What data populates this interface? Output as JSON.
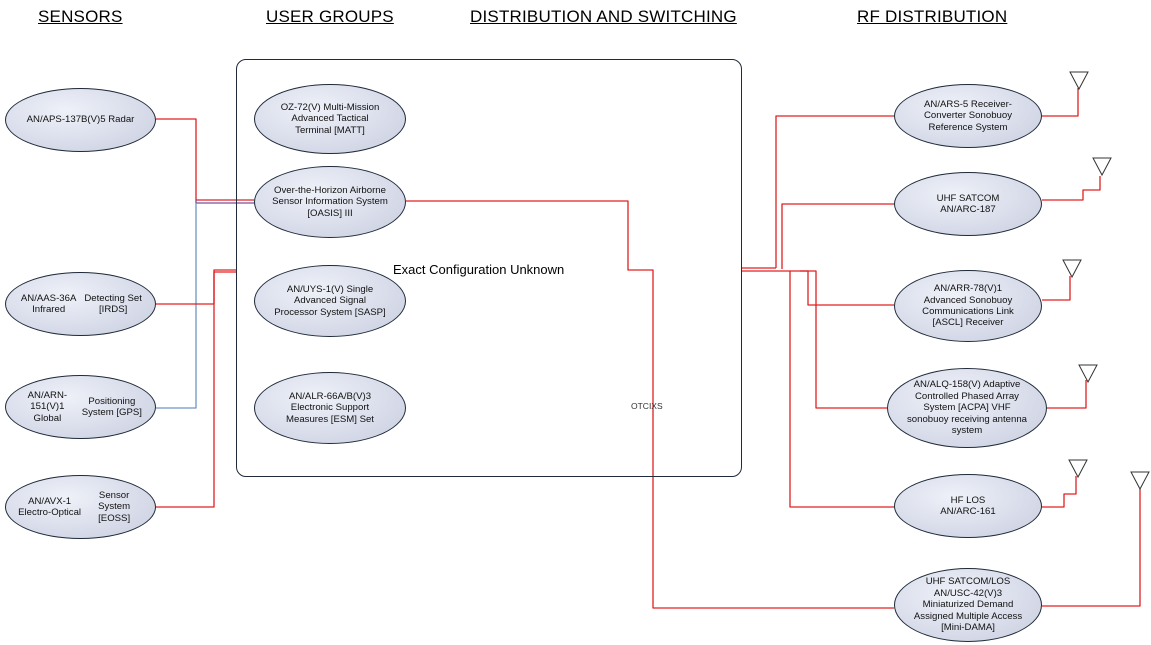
{
  "headers": {
    "sensors": "SENSORS",
    "user_groups": "USER GROUPS",
    "distribution": "DISTRIBUTION AND SWITCHING",
    "rf_distribution": "RF DISTRIBUTION"
  },
  "sensors": [
    {
      "id": "radar",
      "lines": [
        "AN/APS-137B(V)5 Radar"
      ]
    },
    {
      "id": "irds",
      "lines": [
        "AN/AAS-36A Infrared",
        "Detecting Set [IRDS]"
      ]
    },
    {
      "id": "gps",
      "lines": [
        "AN/ARN-151(V)1 Global",
        "Positioning System [GPS]"
      ]
    },
    {
      "id": "eoss",
      "lines": [
        "AN/AVX-1 Electro-Optical",
        "Sensor System [EOSS]"
      ]
    }
  ],
  "user_groups": [
    {
      "id": "matt",
      "lines": [
        "OZ-72(V) Multi-Mission",
        "Advanced Tactical",
        "Terminal [MATT]"
      ]
    },
    {
      "id": "oasis",
      "lines": [
        "Over-the-Horizon Airborne",
        "Sensor Information System",
        "[OASIS] III"
      ]
    },
    {
      "id": "sasp",
      "lines": [
        "AN/UYS-1(V) Single",
        "Advanced Signal",
        "Processor System [SASP]"
      ]
    },
    {
      "id": "esm",
      "lines": [
        "AN/ALR-66A/B(V)3",
        "Electronic Support",
        "Measures [ESM] Set"
      ]
    }
  ],
  "distribution": {
    "box_label": "Exact Configuration Unknown",
    "bus_label": "OTCIXS"
  },
  "rf": [
    {
      "id": "ars5",
      "lines": [
        "AN/ARS-5 Receiver-",
        "Converter Sonobuoy",
        "Reference System"
      ]
    },
    {
      "id": "arc187",
      "lines": [
        "UHF SATCOM",
        "AN/ARC-187"
      ]
    },
    {
      "id": "arr78",
      "lines": [
        "AN/ARR-78(V)1",
        "Advanced Sonobuoy",
        "Communications Link",
        "[ASCL] Receiver"
      ]
    },
    {
      "id": "alq158",
      "lines": [
        "AN/ALQ-158(V) Adaptive",
        "Controlled Phased Array",
        "System [ACPA] VHF",
        "sonobuoy receiving antenna",
        "system"
      ]
    },
    {
      "id": "arc161",
      "lines": [
        "HF LOS",
        "AN/ARC-161"
      ]
    },
    {
      "id": "usc42",
      "lines": [
        "UHF SATCOM/LOS",
        "AN/USC-42(V)3",
        "Miniaturized Demand",
        "Assigned Multiple Access",
        "[Mini-DAMA]"
      ]
    }
  ],
  "colors": {
    "red_link": "#e02020",
    "purple_link": "#7a4e9a",
    "blue_link": "#6f94c6",
    "outline": "#1f2a3a"
  },
  "icons": [
    "antenna-icon"
  ]
}
